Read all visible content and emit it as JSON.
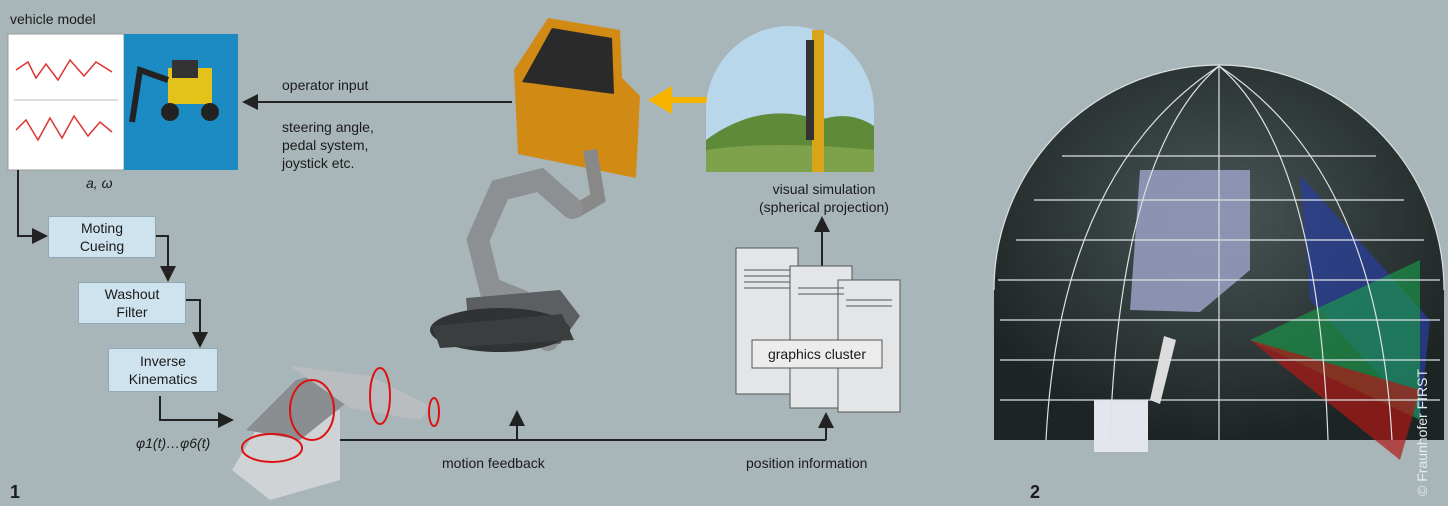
{
  "panel1": {
    "vehicle_model_label": "vehicle model",
    "accel_label": "a, ω",
    "blocks": {
      "moting_cueing": [
        "Moting",
        "Cueing"
      ],
      "washout": [
        "Washout",
        "Filter"
      ],
      "inverse_kinematics": [
        "Inverse",
        "Kinematics"
      ]
    },
    "angles_label": "φ1(t)…φ6(t)",
    "operator_input": "operator input",
    "operator_details": [
      "steering angle,",
      "pedal system,",
      "joystick etc."
    ],
    "visual_sim": [
      "visual simulation",
      "(spherical projection)"
    ],
    "graphics_cluster": "graphics cluster",
    "motion_feedback": "motion feedback",
    "position_info": "position information",
    "figure_number": "1"
  },
  "panel2": {
    "figure_number": "2"
  },
  "copyright": "© Fraunhofer FIRST",
  "colors": {
    "background": "#A9B6B9",
    "box": "#CFE3EE",
    "accent_arrow": "#F6B400"
  }
}
